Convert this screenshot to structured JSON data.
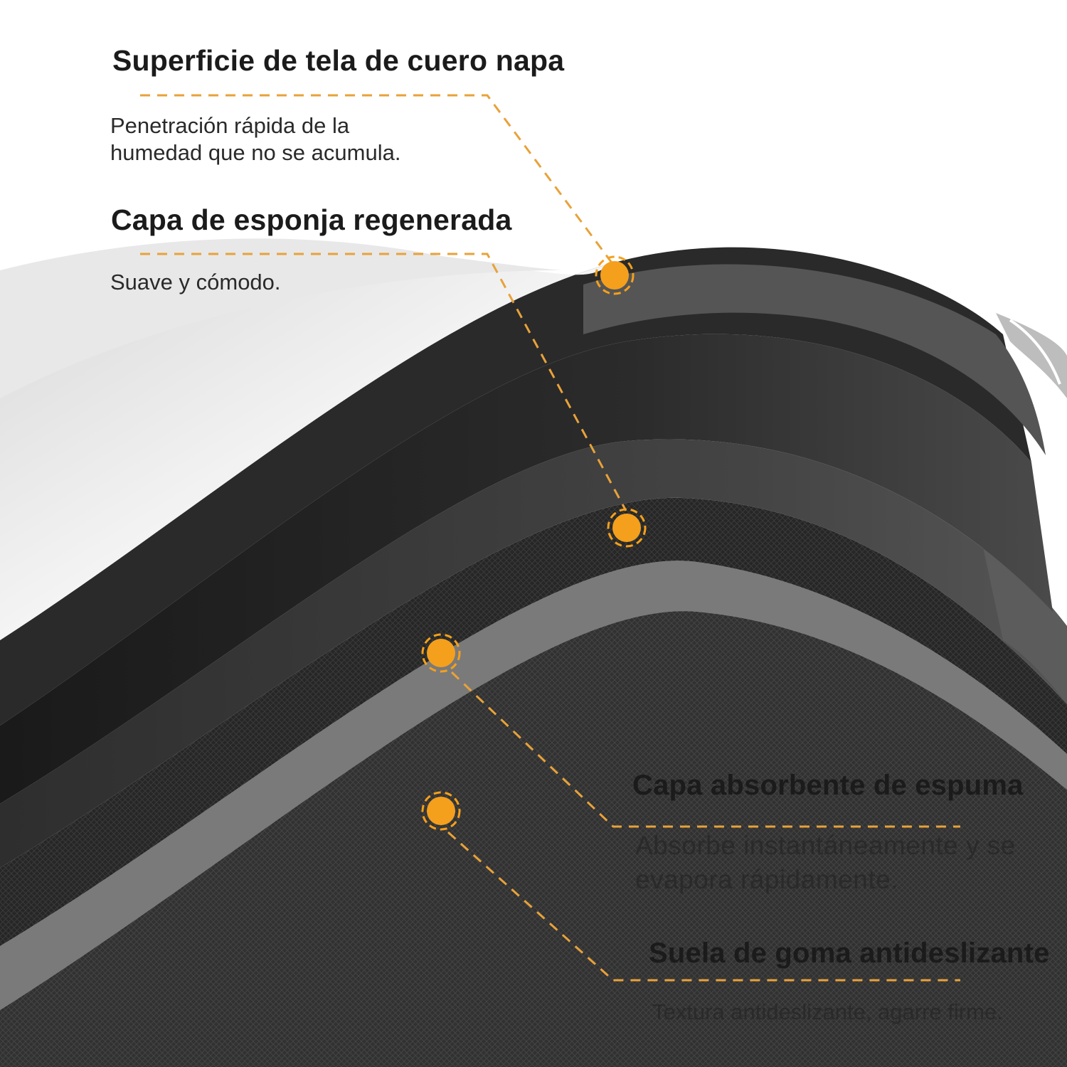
{
  "colors": {
    "accent": "#f4a01c",
    "leader": "#e8a23a",
    "surface": "#f1f1f1",
    "dark": "#1e1e1e",
    "foam": "#3a3a3a",
    "grey_band": "#7a7a7a"
  },
  "layers": [
    {
      "title": "Superficie de tela de cuero napa",
      "description": "Penetración rápida de la humedad que no se acumula."
    },
    {
      "title": "Capa de esponja regenerada",
      "description": "Suave y cómodo."
    },
    {
      "title": "Capa absorbente de espuma",
      "description": "Absorbe instantáneamente y se evapora rápidamente."
    },
    {
      "title": "Suela de goma antideslizante",
      "description": "Textura antideslizante, agarre firme."
    }
  ]
}
